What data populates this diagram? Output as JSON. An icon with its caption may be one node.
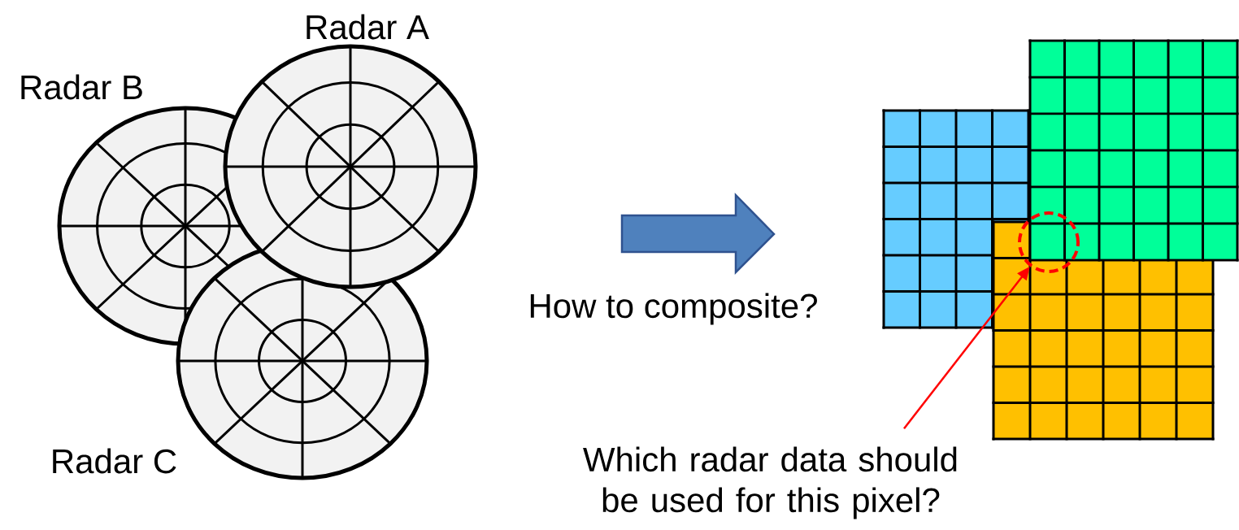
{
  "diagram": {
    "nodes": [
      {
        "text": [],
        "shape": "circle"
      },
      {
        "text": [
          "Which radar data should be used for this pixel?"
        ]
      }
    ],
    "edges": [
      {
        "from": 1,
        "to": 0,
        "arrow": "to",
        "color": "#ff0000"
      }
    ],
    "labels": [
      "Radar A",
      "Radar B",
      "How to composite?",
      "Radar C"
    ]
  }
}
